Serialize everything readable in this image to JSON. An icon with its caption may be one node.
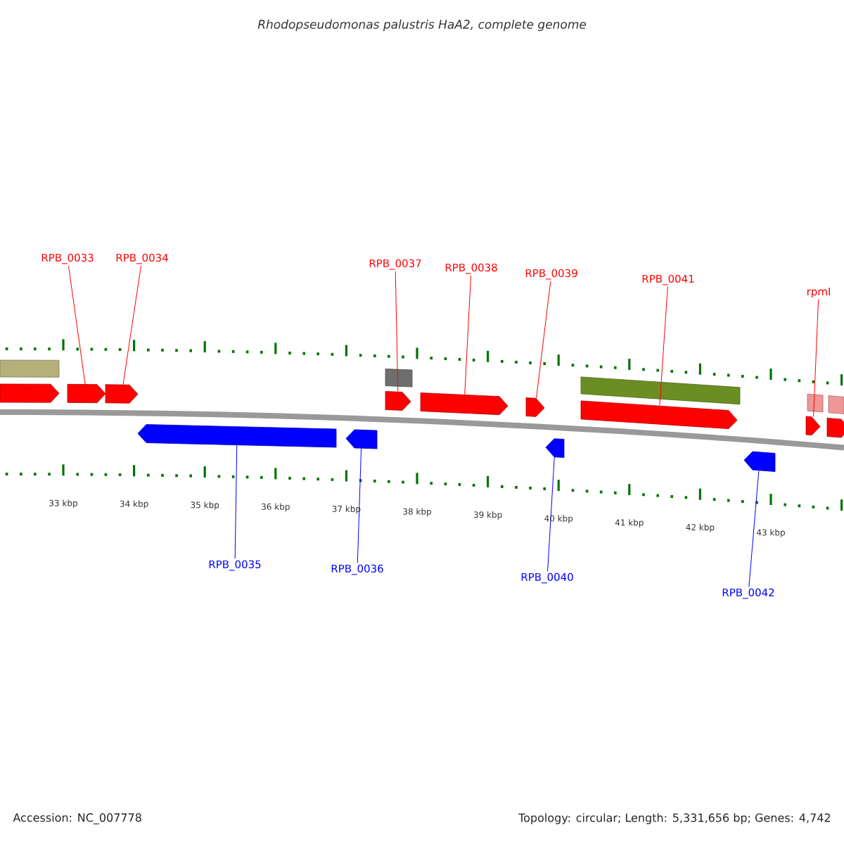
{
  "diagram": {
    "title": "Rhodopseudomonas palustris HaA2, complete genome",
    "nodes": [
      {
        "text": [
          "RPB_0033"
        ]
      },
      {
        "text": [
          "RPB_0034"
        ]
      },
      {
        "text": [
          "RPB_0037"
        ]
      },
      {
        "text": [
          "RPB_0038"
        ]
      },
      {
        "text": [
          "RPB_0039"
        ]
      },
      {
        "text": [
          "RPB_0041"
        ]
      },
      {
        "text": [
          "rpmI"
        ]
      },
      {
        "text": [
          "RPB_0035"
        ]
      },
      {
        "text": [
          "RPB_0036"
        ]
      },
      {
        "text": [
          "RPB_0040"
        ]
      },
      {
        "text": [
          "RPB_0042"
        ]
      },
      {
        "text": [],
        "shape": "pentagon"
      },
      {
        "text": [],
        "shape": "pentagon"
      },
      {
        "text": [],
        "shape": "pentagon"
      },
      {
        "text": [],
        "shape": "pentagon"
      },
      {
        "text": [],
        "shape": "pentagon"
      },
      {
        "text": [],
        "shape": "pentagon"
      },
      {
        "text": [],
        "shape": "pentagon"
      },
      {
        "text": [],
        "shape": "pentagon"
      },
      {
        "text": [],
        "shape": "pentagon"
      },
      {
        "text": [],
        "shape": "pentagon"
      },
      {
        "text": [],
        "shape": "pentagon"
      }
    ],
    "edges": [
      {
        "from": 0,
        "to": 11,
        "arrow": "none"
      },
      {
        "from": 1,
        "to": 12,
        "arrow": "none"
      },
      {
        "from": 2,
        "to": 15,
        "arrow": "none"
      },
      {
        "from": 3,
        "to": 16,
        "arrow": "none"
      },
      {
        "from": 4,
        "to": 17,
        "arrow": "none"
      },
      {
        "from": 5,
        "to": 19,
        "arrow": "none"
      },
      {
        "from": 6,
        "to": 21,
        "arrow": "none"
      },
      {
        "from": 7,
        "to": 13,
        "arrow": "none",
        "color": "#0000ff"
      },
      {
        "from": 8,
        "to": 14,
        "arrow": "none",
        "color": "#0000ff"
      },
      {
        "from": 9,
        "to": 18,
        "arrow": "none",
        "color": "#0000ff"
      },
      {
        "from": 10,
        "to": 20,
        "arrow": "none",
        "color": "#0000ff"
      }
    ],
    "labels": [
      "33 kbp",
      "34 kbp",
      "35 kbp",
      "36 kbp",
      "37 kbp",
      "38 kbp",
      "39 kbp",
      "40 kbp",
      "41 kbp",
      "42 kbp",
      "43 kbp",
      "Accession: NC_007778",
      "Topology: circular; Length: 5,331,656 bp; Genes: 4,742"
    ]
  }
}
